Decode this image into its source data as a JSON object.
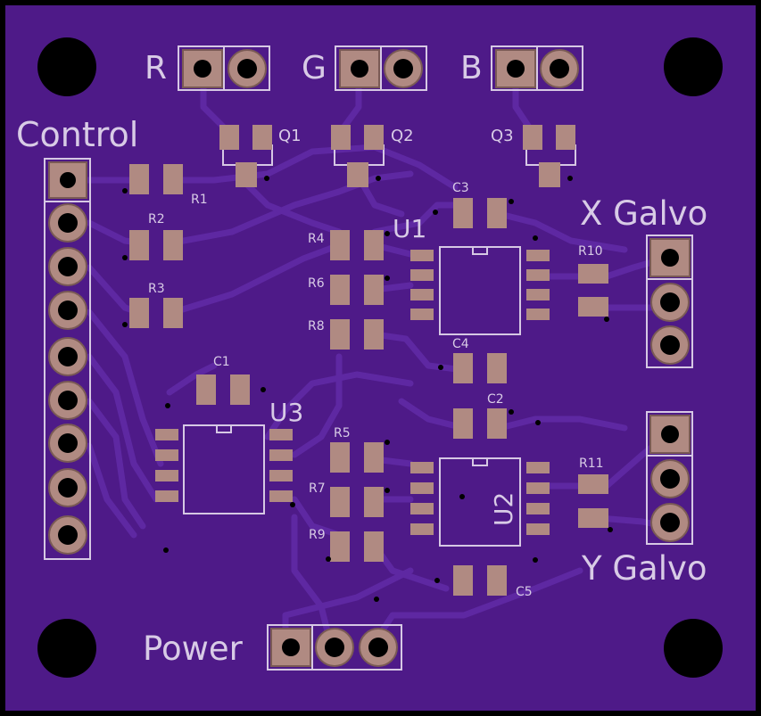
{
  "board": {
    "colors": {
      "soldermask": "#4e1a88",
      "mask_dark": "#3f126f",
      "copper_trace": "#5c27a0",
      "pad": "#b08a82",
      "pad_hole": "#8a6a62",
      "silkscreen": "#d6c8e4",
      "hole": "#000000"
    },
    "labels": {
      "r": "R",
      "g": "G",
      "b": "B",
      "control": "Control",
      "x_galvo": "X Galvo",
      "y_galvo": "Y Galvo",
      "power": "Power",
      "u1": "U1",
      "u2": "U2",
      "u3": "U3",
      "q1": "Q1",
      "q2": "Q2",
      "q3": "Q3",
      "r1": "R1",
      "r2": "R2",
      "r3": "R3",
      "r4": "R4",
      "r5": "R5",
      "r6": "R6",
      "r7": "R7",
      "r8": "R8",
      "r9": "R9",
      "r10": "R10",
      "r11": "R11",
      "c1": "C1",
      "c2": "C2",
      "c3": "C3",
      "c4": "C4",
      "c5": "C5"
    }
  }
}
